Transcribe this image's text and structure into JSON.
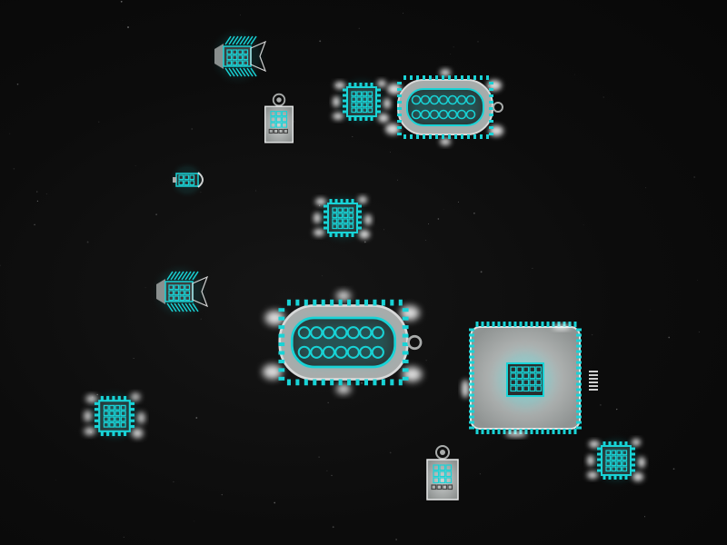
{
  "scene": {
    "background": "#0b0b0b",
    "accent": "#19d3d6",
    "accent_dark": "#0e8f94",
    "hull": "#a9acab",
    "hull_light": "#c9cccb",
    "glow": "#ffffff"
  },
  "ships": [
    {
      "kind": "fighter",
      "name": "ship-fighter-top"
    },
    {
      "kind": "tower",
      "name": "ship-tower-small"
    },
    {
      "kind": "drone",
      "name": "ship-drone-a"
    },
    {
      "kind": "cruiser",
      "name": "ship-cruiser-top"
    },
    {
      "kind": "scout",
      "name": "ship-scout-left"
    },
    {
      "kind": "drone",
      "name": "ship-drone-center"
    },
    {
      "kind": "fighter",
      "name": "ship-fighter-mid"
    },
    {
      "kind": "cruiser",
      "name": "ship-cruiser-center"
    },
    {
      "kind": "drone",
      "name": "ship-drone-lower-left"
    },
    {
      "kind": "station",
      "name": "ship-station-large"
    },
    {
      "kind": "tower",
      "name": "ship-tower-bottom"
    },
    {
      "kind": "drone",
      "name": "ship-drone-bottom-right"
    }
  ]
}
